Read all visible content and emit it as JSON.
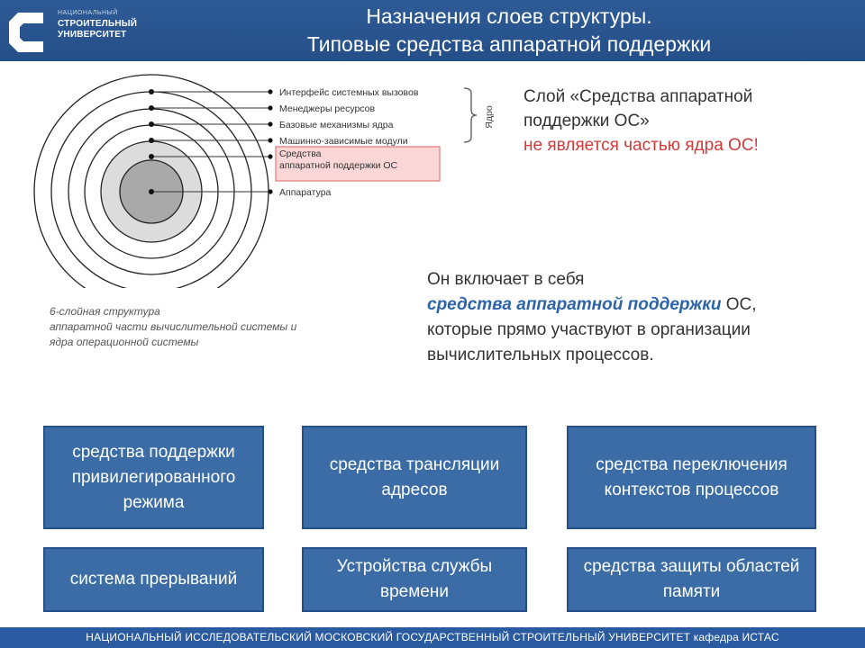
{
  "header": {
    "logo": {
      "line1": "НАЦИОНАЛЬНЫЙ",
      "line2": "СТРОИТЕЛЬНЫЙ",
      "line3": "УНИВЕРСИТЕТ"
    },
    "title_line1": "Назначения слоев структуры.",
    "title_line2": "Типовые средства аппаратной поддержки"
  },
  "diagram": {
    "layers": [
      "Интерфейс системных вызовов",
      "Менеджеры ресурсов",
      "Базовые механизмы ядра",
      "Машинно-зависимые модули",
      "Средства",
      "аппаратной поддержки ОС",
      "Аппаратура"
    ],
    "kernel_label": "Ядро",
    "caption_line1": "6-слойная структура",
    "caption_line2": "аппаратной части вычислительной системы и",
    "caption_line3": "ядра операционной системы"
  },
  "note1": {
    "line1": "Слой «Средства аппаратной",
    "line2": "поддержки ОС»",
    "line3": "не является частью ядра ОС!"
  },
  "note2": {
    "line1": "Он включает в себя",
    "highlight": "средства аппаратной поддержки",
    "line2_tail": " ОС,",
    "line3": "которые прямо участвуют в организации",
    "line4": "вычислительных процессов."
  },
  "boxes": [
    "средства поддержки привилегированного режима",
    "средства трансляции адресов",
    "средства переключения контекстов процессов",
    "система прерываний",
    "Устройства службы времени",
    "средства защиты областей памяти"
  ],
  "footer": "НАЦИОНАЛЬНЫЙ ИССЛЕДОВАТЕЛЬСКИЙ МОСКОВСКИЙ ГОСУДАРСТВЕННЫЙ СТРОИТЕЛЬНЫЙ УНИВЕРСИТЕТ кафедра ИСТАС",
  "colors": {
    "header": "#2d5a96",
    "box": "#3b6ca6",
    "accent_red": "#d03a3a",
    "accent_blue": "#2c64a8"
  }
}
